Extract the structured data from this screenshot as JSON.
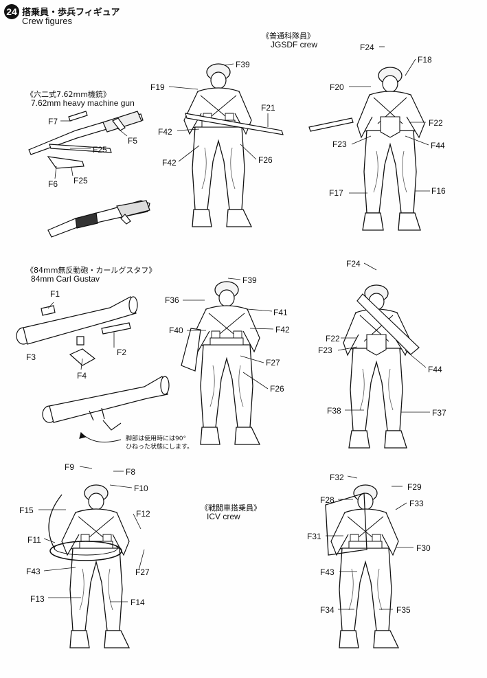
{
  "header": {
    "step_number": "24",
    "title_jp": "搭乗員・歩兵フィギュア",
    "title_en": "Crew figures"
  },
  "sections": {
    "jgsdf": {
      "jp": "《普通科隊員》",
      "en": "JGSDF crew"
    },
    "mg": {
      "jp": "《六二式7.62mm機銃》",
      "en": "7.62mm heavy machine gun"
    },
    "carl": {
      "jp": "《84mm無反動砲・カールグスタフ》",
      "en": "84mm Carl Gustav"
    },
    "icv": {
      "jp": "《戦闘車搭乗員》",
      "en": "ICV crew"
    }
  },
  "note": {
    "line1": "脚部は使用時には90°",
    "line2": "ひねった状態にします。"
  },
  "parts": {
    "mg_f7": "F7",
    "mg_f5": "F5",
    "mg_f25a": "F25",
    "mg_f6": "F6",
    "mg_f25b": "F25",
    "s1_f39": "F39",
    "s1_f19": "F19",
    "s1_f21": "F21",
    "s1_f42a": "F42",
    "s1_f42b": "F42",
    "s1_f26": "F26",
    "s2_f24": "F24",
    "s2_f18": "F18",
    "s2_f20": "F20",
    "s2_f22": "F22",
    "s2_f23": "F23",
    "s2_f44": "F44",
    "s2_f17": "F17",
    "s2_f16": "F16",
    "cg_f1": "F1",
    "cg_f3": "F3",
    "cg_f2": "F2",
    "cg_f4": "F4",
    "s3_f39": "F39",
    "s3_f36": "F36",
    "s3_f41": "F41",
    "s3_f40": "F40",
    "s3_f42": "F42",
    "s3_f27": "F27",
    "s3_f26": "F26",
    "s4_f24": "F24",
    "s4_f22": "F22",
    "s4_f23": "F23",
    "s4_f44": "F44",
    "s4_f38": "F38",
    "s4_f37": "F37",
    "c1_f9": "F9",
    "c1_f8": "F8",
    "c1_f10": "F10",
    "c1_f15": "F15",
    "c1_f12": "F12",
    "c1_f11": "F11",
    "c1_f43": "F43",
    "c1_f27": "F27",
    "c1_f13": "F13",
    "c1_f14": "F14",
    "c2_f32": "F32",
    "c2_f29": "F29",
    "c2_f28": "F28",
    "c2_f33": "F33",
    "c2_f31": "F31",
    "c2_f30": "F30",
    "c2_f43": "F43",
    "c2_f34": "F34",
    "c2_f35": "F35"
  }
}
